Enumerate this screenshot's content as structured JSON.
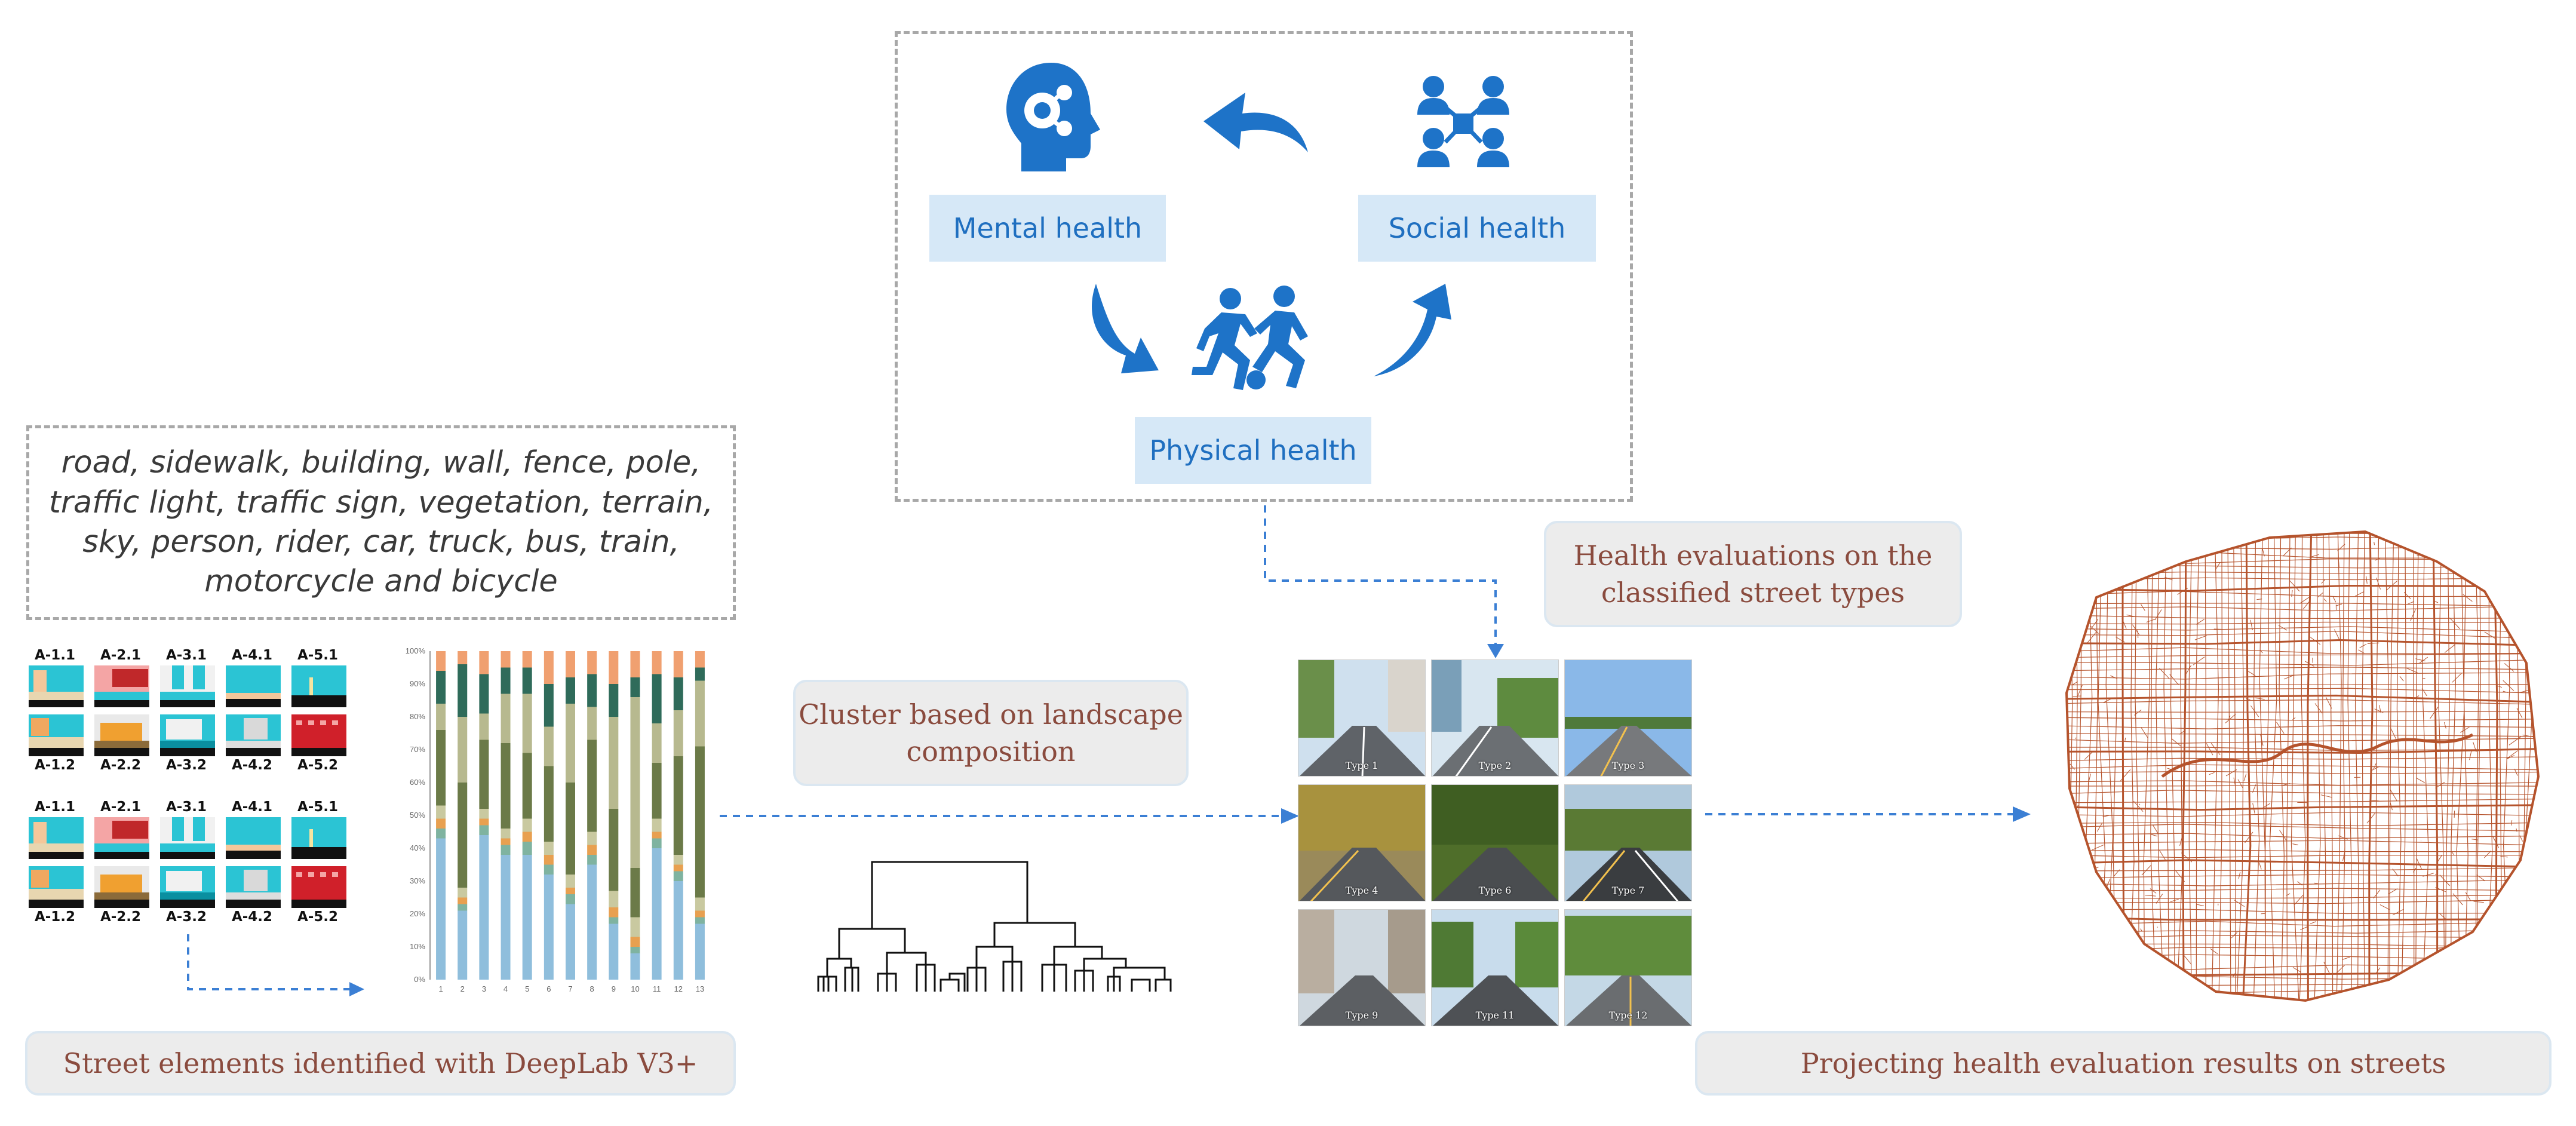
{
  "health": {
    "mental_label": "Mental health",
    "social_label": "Social health",
    "physical_label": "Physical health"
  },
  "street_elements_list": "road, sidewalk, building, wall, fence, pole, traffic light, traffic sign, vegetation, terrain, sky, person, rider, car, truck, bus, train, motorcycle and bicycle",
  "captions": {
    "deeplab": "Street elements identified with DeepLab V3+",
    "cluster": "Cluster based on landscape composition",
    "evaluations": "Health evaluations on the classified street types",
    "projecting": "Projecting health evaluation results on streets"
  },
  "segmentation": {
    "top_labels": [
      "A-1.1",
      "A-2.1",
      "A-3.1",
      "A-4.1",
      "A-5.1"
    ],
    "bottom_labels": [
      "A-1.2",
      "A-2.2",
      "A-3.2",
      "A-4.2",
      "A-5.2"
    ]
  },
  "street_types": [
    "Type 1",
    "Type 2",
    "Type 3",
    "Type 4",
    "Type 6",
    "Type 7",
    "Type 9",
    "Type 11",
    "Type 12"
  ],
  "colors": {
    "accent_blue": "#1e73c8",
    "label_bg": "#d6e8f7",
    "caption_text": "#8a4b3e",
    "map_roads": "#b5532c"
  },
  "chart_data": {
    "type": "bar",
    "stacked": true,
    "categories": [
      "1",
      "2",
      "3",
      "4",
      "5",
      "6",
      "7",
      "8",
      "9",
      "10",
      "11",
      "12",
      "13"
    ],
    "y_ticks": [
      "0%",
      "10%",
      "20%",
      "30%",
      "40%",
      "50%",
      "60%",
      "70%",
      "80%",
      "90%",
      "100%"
    ],
    "ylim": [
      0,
      100
    ],
    "series": [
      {
        "color": "#8fbedc",
        "values": [
          43,
          21,
          44,
          38,
          38,
          32,
          23,
          35,
          17,
          8,
          40,
          30,
          17
        ]
      },
      {
        "color": "#7fb3a0",
        "values": [
          3,
          2,
          3,
          3,
          4,
          3,
          3,
          3,
          2,
          2,
          3,
          3,
          2
        ]
      },
      {
        "color": "#e8a050",
        "values": [
          3,
          2,
          2,
          2,
          3,
          3,
          2,
          3,
          3,
          3,
          2,
          2,
          2
        ]
      },
      {
        "color": "#c9c9a0",
        "values": [
          4,
          3,
          3,
          3,
          4,
          4,
          4,
          4,
          5,
          6,
          4,
          3,
          4
        ]
      },
      {
        "color": "#6b7a48",
        "values": [
          23,
          32,
          21,
          26,
          20,
          23,
          28,
          28,
          25,
          15,
          17,
          30,
          46
        ]
      },
      {
        "color": "#b7b98f",
        "values": [
          8,
          20,
          8,
          15,
          18,
          12,
          24,
          10,
          28,
          52,
          12,
          14,
          20
        ]
      },
      {
        "color": "#2f6b5a",
        "values": [
          10,
          16,
          12,
          8,
          8,
          13,
          8,
          10,
          10,
          6,
          15,
          10,
          4
        ]
      },
      {
        "color": "#f0a070",
        "values": [
          6,
          4,
          7,
          5,
          5,
          10,
          8,
          7,
          10,
          8,
          7,
          8,
          5
        ]
      }
    ]
  }
}
